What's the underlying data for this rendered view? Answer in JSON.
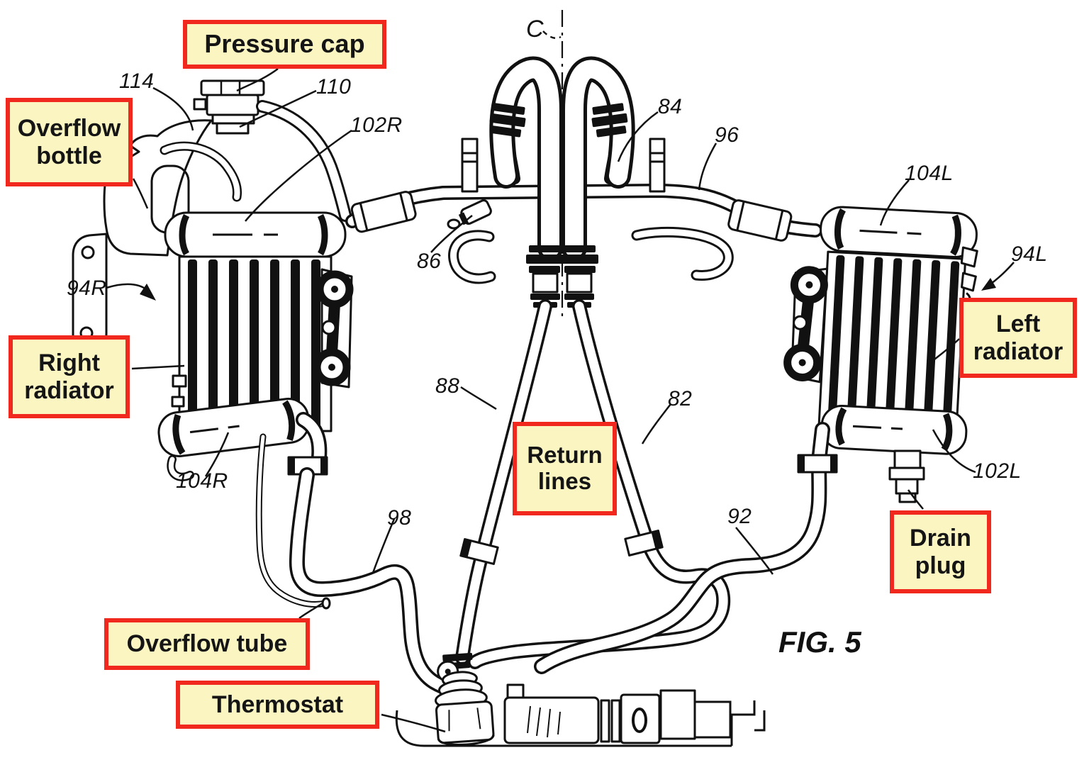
{
  "figure": {
    "label": "FIG. 5"
  },
  "callouts": {
    "pressure_cap": {
      "label": "Pressure cap"
    },
    "overflow_bottle": {
      "label": "Overflow bottle"
    },
    "right_radiator": {
      "label": "Right radiator"
    },
    "left_radiator": {
      "label": "Left radiator"
    },
    "return_lines": {
      "label": "Return lines"
    },
    "drain_plug": {
      "label": "Drain plug"
    },
    "overflow_tube": {
      "label": "Overflow tube"
    },
    "thermostat": {
      "label": "Thermostat"
    }
  },
  "reference_numerals": {
    "centerline": "C",
    "n82": "82",
    "n84": "84",
    "n86": "86",
    "n88": "88",
    "n92": "92",
    "n94L": "94L",
    "n94R": "94R",
    "n96": "96",
    "n98": "98",
    "n102L": "102L",
    "n102R": "102R",
    "n104L": "104L",
    "n104R": "104R",
    "n110": "110",
    "n114": "114"
  },
  "colors": {
    "callout_bg": "#FBF5C2",
    "callout_border": "#F0281E",
    "ink": "#111111",
    "background": "#FFFFFF"
  }
}
